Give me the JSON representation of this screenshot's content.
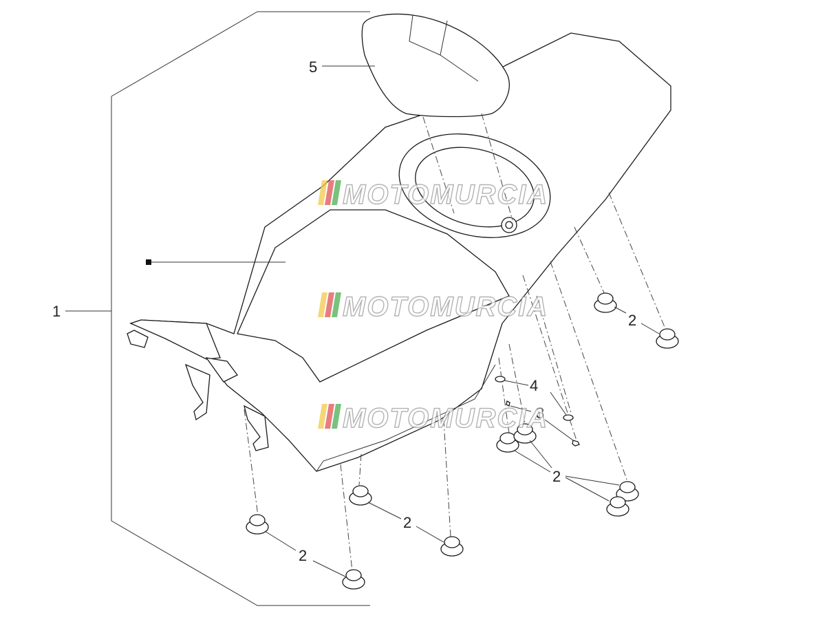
{
  "callouts": {
    "c1": "1",
    "c5": "5",
    "c4": "4",
    "c3": "3",
    "c2a": "2",
    "c2b": "2",
    "c2c": "2",
    "c2d": "2"
  },
  "watermark": {
    "text": "MOTOMURCIA",
    "colors": [
      "#f2c94c",
      "#e05252",
      "#4caf50"
    ]
  },
  "colors": {
    "line": "#1a1a1a",
    "background": "#ffffff"
  }
}
